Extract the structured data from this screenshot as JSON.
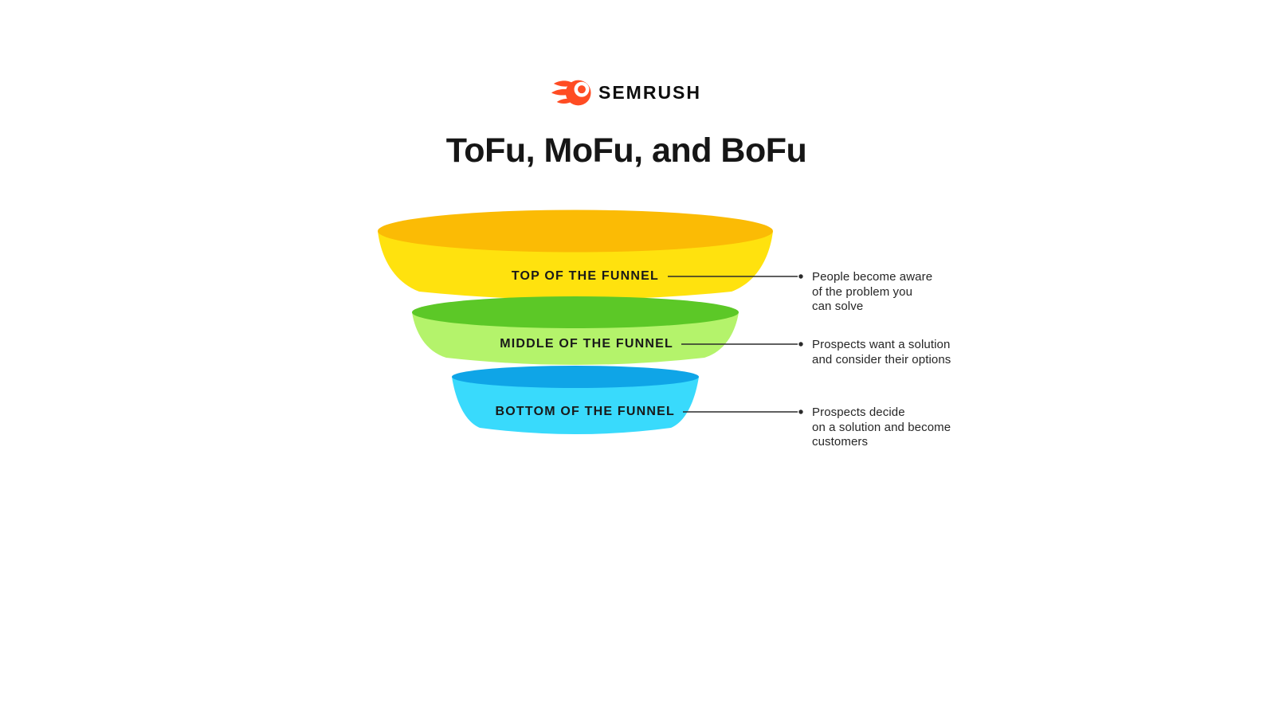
{
  "header": {
    "logo": {
      "brand": "SEMRUSH",
      "icon": "semrush-flame-icon",
      "icon_color": "#FF4C23",
      "text_color": "#0E0E0E"
    },
    "title": "ToFu, MoFu, and BoFu"
  },
  "funnel": {
    "type": "funnel",
    "connector_color": "#2B2B2B",
    "stages": [
      {
        "id": "tofu",
        "label": "TOP OF THE FUNNEL",
        "description": "People become aware\nof the problem you\ncan solve",
        "body_color": "#FFE20E",
        "top_color": "#FBBB05"
      },
      {
        "id": "mofu",
        "label": "MIDDLE OF THE FUNNEL",
        "description": "Prospects want a solution\nand consider their options",
        "body_color": "#B4F36B",
        "top_color": "#5CC827"
      },
      {
        "id": "bofu",
        "label": "BOTTOM OF THE FUNNEL",
        "description": "Prospects decide\non a solution and become\ncustomers",
        "body_color": "#39DAFC",
        "top_color": "#0FA5E7"
      }
    ]
  }
}
